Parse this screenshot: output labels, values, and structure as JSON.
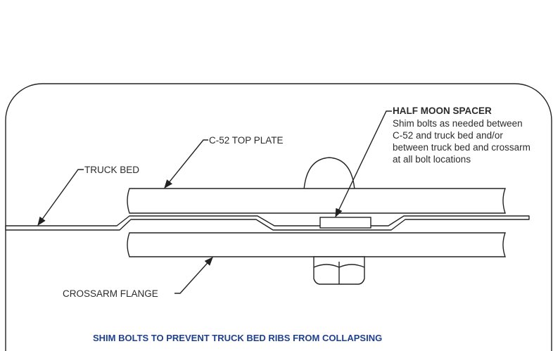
{
  "labels": {
    "top_plate": "C-52 TOP PLATE",
    "truck_bed": "TRUCK BED",
    "crossarm_flange": "CROSSARM FLANGE",
    "half_moon_title": "HALF MOON SPACER",
    "half_moon_notes": [
      "Shim bolts as needed between",
      "C-52 and truck bed and/or",
      "between truck bed and crossarm",
      "at all bolt locations"
    ]
  },
  "caption": "SHIM BOLTS TO PREVENT TRUCK BED RIBS FROM COLLAPSING",
  "colors": {
    "caption": "#1f3f8f",
    "line": "#222222"
  }
}
